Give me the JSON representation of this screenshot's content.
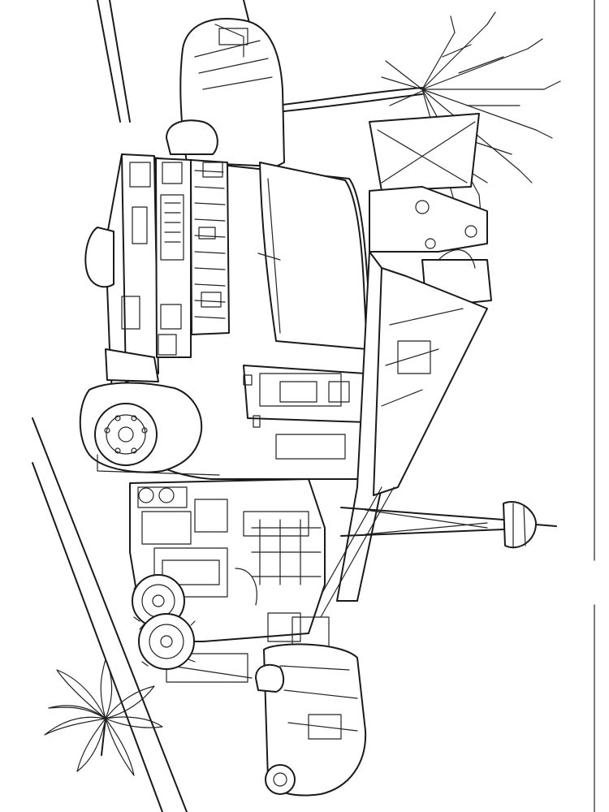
{
  "image": {
    "style": "black-and-white line art coloring page",
    "colors": {
      "ink": "#1a1a1a",
      "paper": "#ffffff"
    },
    "subjects": [
      "boom-truck",
      "sedan-top",
      "sedan-bottom",
      "bare-tree",
      "space-needle-tower",
      "palm-plant",
      "road-lines"
    ]
  }
}
